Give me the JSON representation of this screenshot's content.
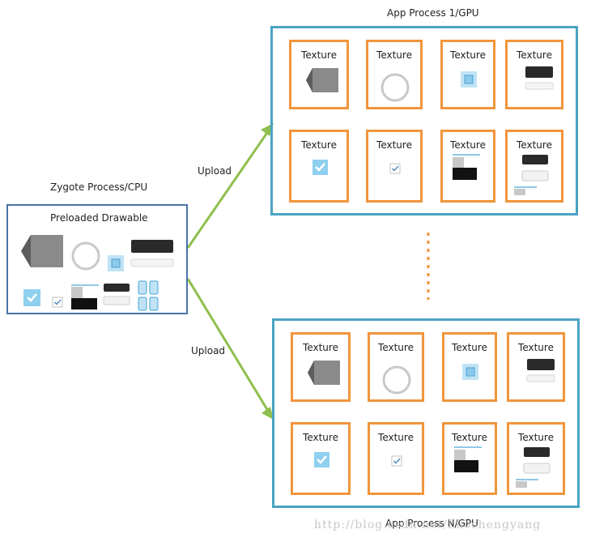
{
  "zygote": {
    "title": "Zygote Process/CPU",
    "box_label": "Preloaded Drawable"
  },
  "arrows": {
    "upload_top": "Upload",
    "upload_bottom": "Upload"
  },
  "app_process_1": {
    "title": "App Process 1/GPU"
  },
  "app_process_n": {
    "title": "App Process N/GPU"
  },
  "texture_label": "Texture",
  "texture_icons": [
    "hexagon-icon",
    "ring-icon",
    "blue-square-icon",
    "dark-bar-icon",
    "checkbox-checked-icon",
    "checkbox-small-icon",
    "grid-block-icon",
    "button-stack-icon"
  ],
  "watermark": "http://blog.csdn.net/Luoshengyang",
  "colors": {
    "zygote_border": "#4a72a6",
    "app_border": "#4aa3c3",
    "texture_border": "#f0953c",
    "arrow": "#8fbf4d",
    "dots": "#f0953c"
  }
}
